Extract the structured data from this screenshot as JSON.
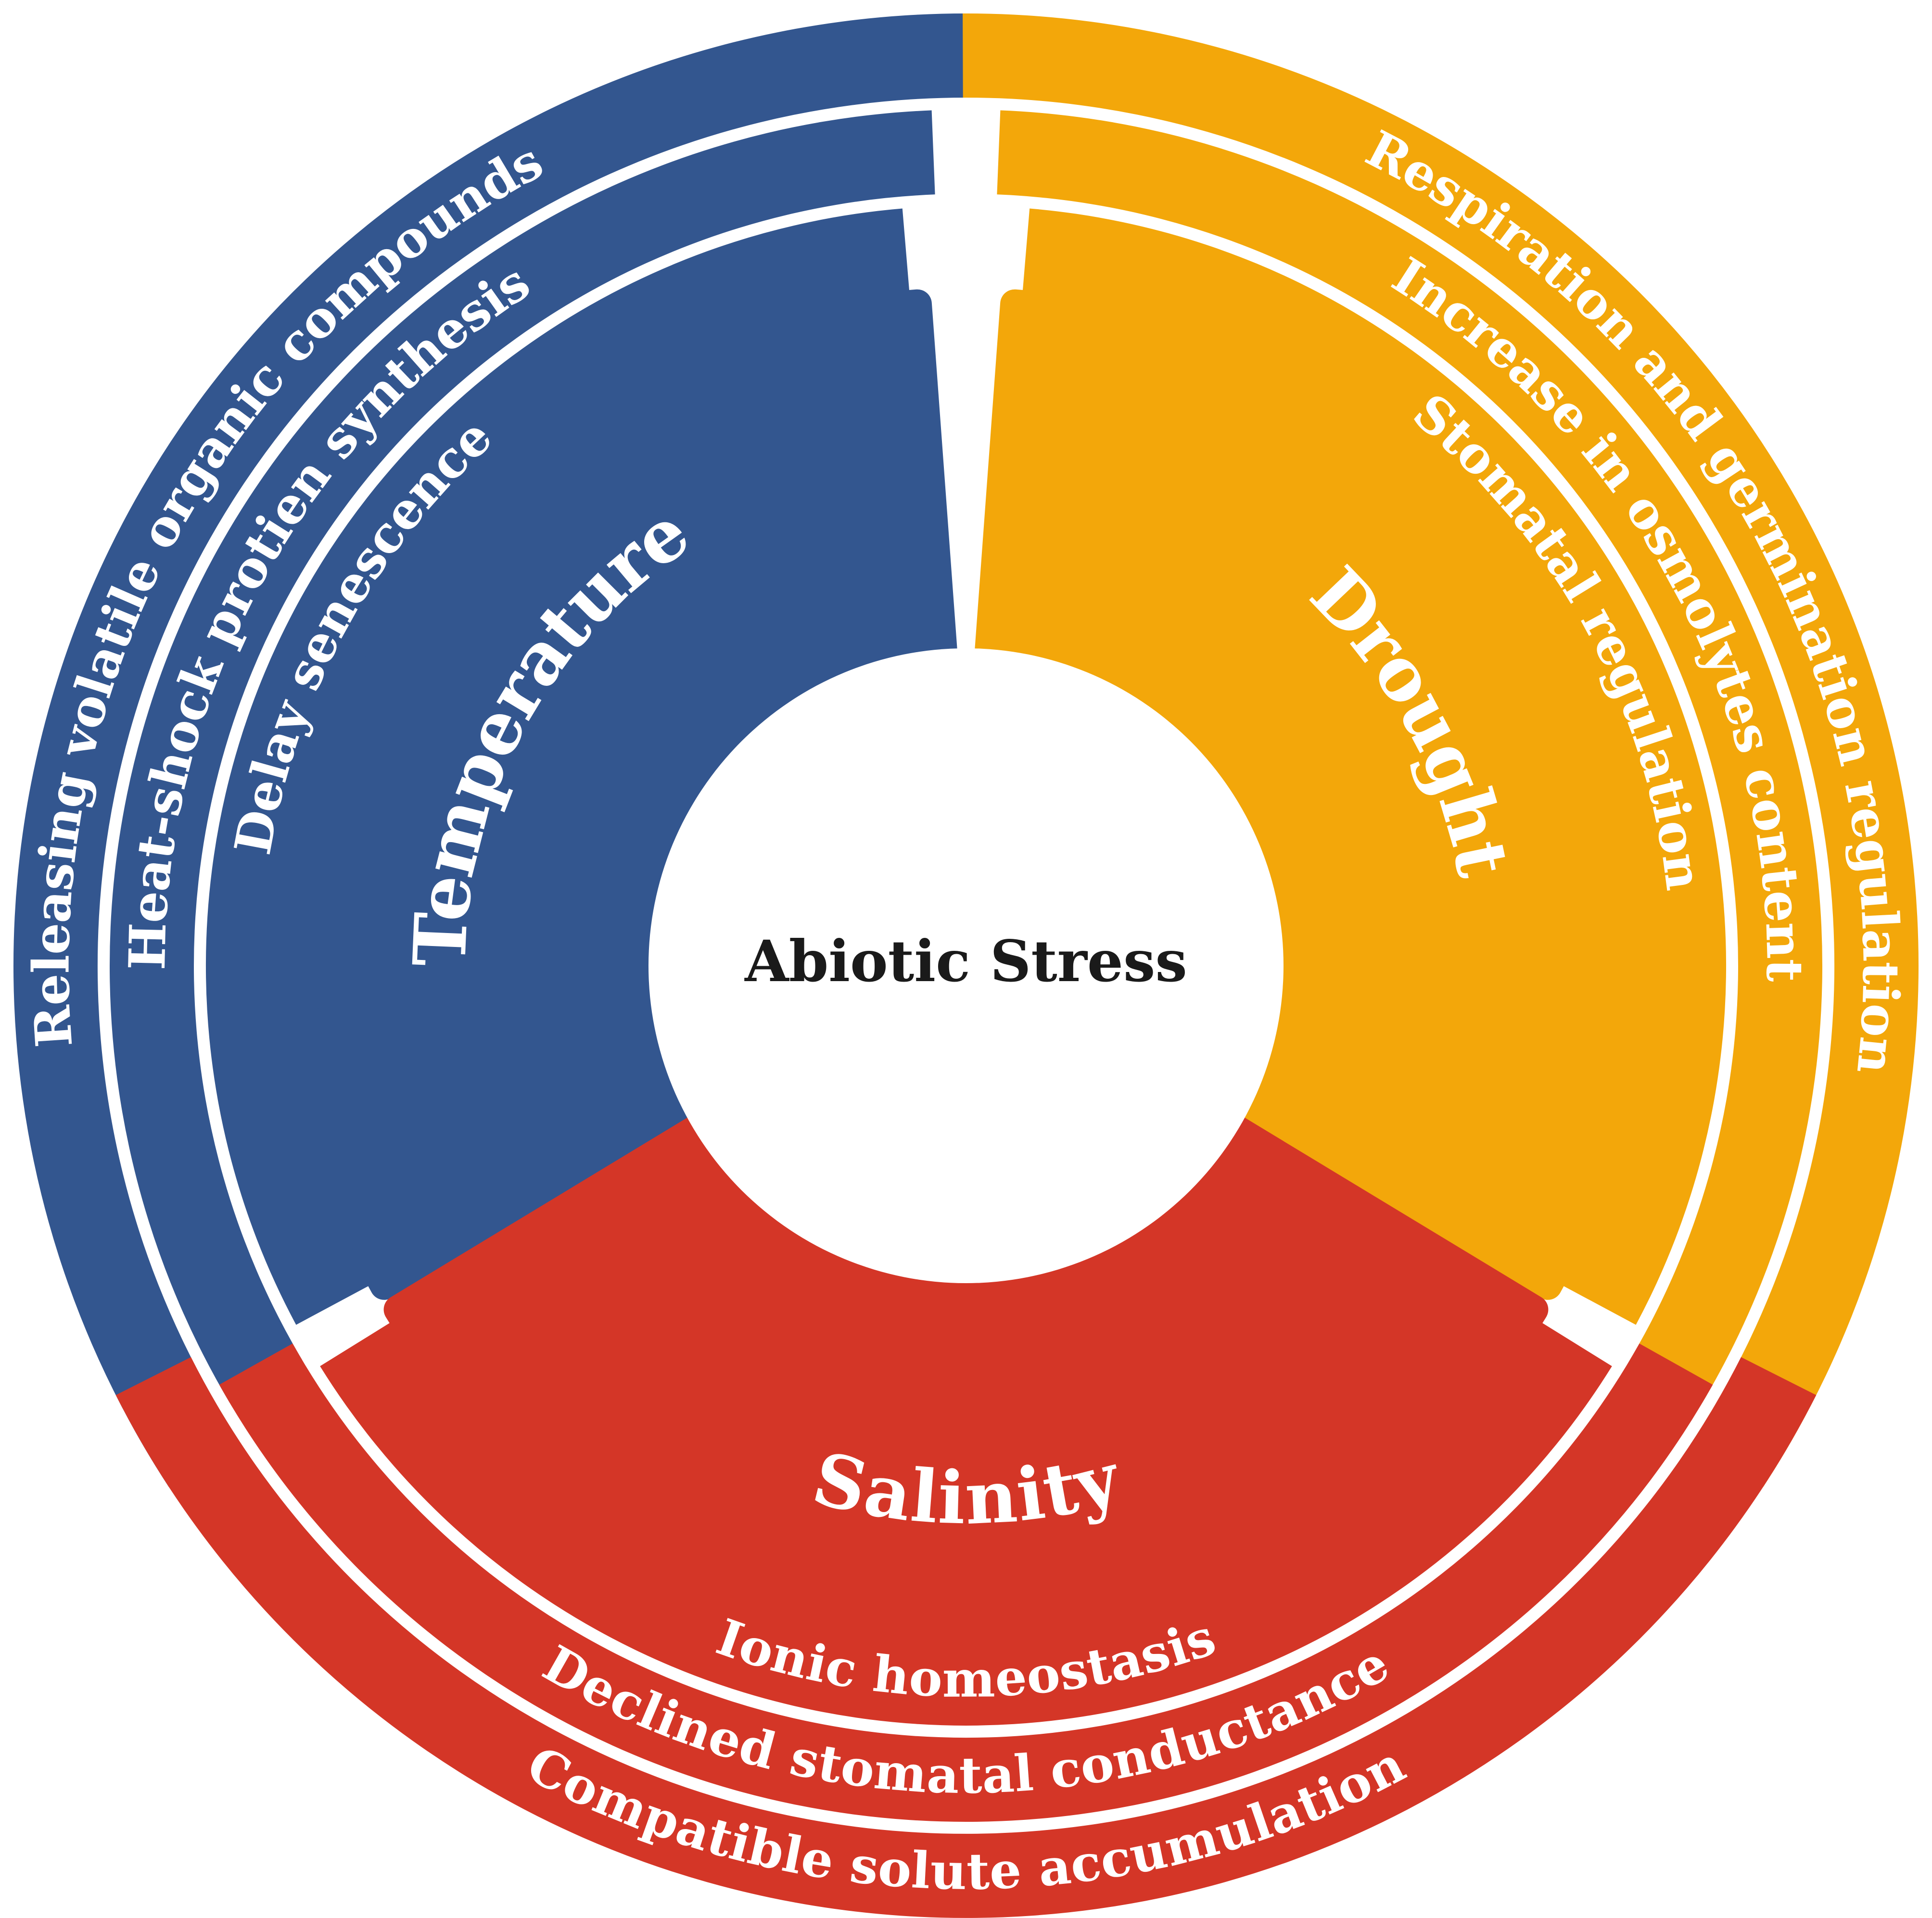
{
  "center": {
    "label": "Abiotic Stress",
    "fill": "#ffffff",
    "text_color": "#1a1a1a"
  },
  "categories": [
    {
      "id": "temperature",
      "label": "Temperature",
      "color": "#33568f",
      "bands": [
        "Delay senescence",
        "Heat-shock protien synthesis",
        "Releasing volatile organic compounds"
      ]
    },
    {
      "id": "drought",
      "label": "Drought",
      "color": "#f3a70a",
      "bands": [
        "Stomatal regulation",
        "Increase in osmolytes content",
        "Respiration and germination regulation"
      ]
    },
    {
      "id": "salinity",
      "label": "Salinity",
      "color": "#d43627",
      "bands": [
        "Ionic homeostasis",
        "Declined stomatal conductance",
        "Compatible solute accumulation"
      ]
    }
  ]
}
